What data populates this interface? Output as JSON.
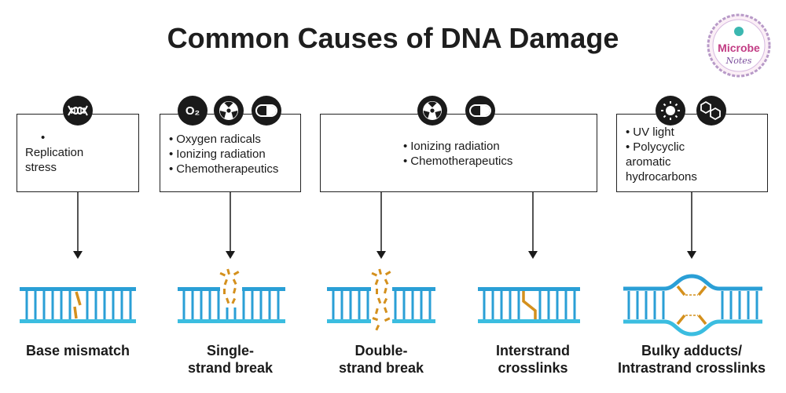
{
  "title": "Common Causes of DNA Damage",
  "logo": {
    "line1": "Microbe",
    "line2": "Notes"
  },
  "colors": {
    "rung": "#2a9fd6",
    "strand_top": "#2a9fd6",
    "strand_bottom": "#3bbde0",
    "damage": "#d4901d",
    "bulge": "#2a9fd6"
  },
  "boxes": [
    {
      "id": "replication",
      "icons": [
        "dna-icon"
      ],
      "items": [
        {
          "bullet": "•",
          "text": ""
        },
        {
          "bullet": "",
          "text": "Replication"
        },
        {
          "bullet": "",
          "text": "stress"
        }
      ]
    },
    {
      "id": "single",
      "icons": [
        "oxygen-icon",
        "radiation-icon",
        "pill-icon"
      ],
      "items": [
        {
          "bullet": "•",
          "text": "Oxygen radicals"
        },
        {
          "bullet": "•",
          "text": "Ionizing radiation"
        },
        {
          "bullet": "•",
          "text": "Chemotherapeutics"
        }
      ]
    },
    {
      "id": "double",
      "icons": [
        "radiation-icon",
        "pill-icon"
      ],
      "items": [
        {
          "bullet": "•",
          "text": "Ionizing radiation"
        },
        {
          "bullet": "•",
          "text": "Chemotherapeutics"
        }
      ]
    },
    {
      "id": "bulky",
      "icons": [
        "sun-icon",
        "benzene-icon"
      ],
      "items": [
        {
          "bullet": "•",
          "text": "UV light"
        },
        {
          "bullet": "•",
          "text": "Polycyclic"
        },
        {
          "bullet": "",
          "text": "aromatic"
        },
        {
          "bullet": "",
          "text": "hydrocarbons"
        }
      ]
    }
  ],
  "oxygen_icon_text": "O₂",
  "outcomes": [
    {
      "id": "base-mismatch",
      "line1": "Base mismatch",
      "line2": ""
    },
    {
      "id": "single-strand-break",
      "line1": "Single-",
      "line2": "strand break"
    },
    {
      "id": "double-strand-break",
      "line1": "Double-",
      "line2": "strand break"
    },
    {
      "id": "interstrand-crosslinks",
      "line1": "Interstrand",
      "line2": "crosslinks"
    },
    {
      "id": "bulky-adducts",
      "line1": "Bulky adducts/",
      "line2": "Intrastrand crosslinks"
    }
  ]
}
